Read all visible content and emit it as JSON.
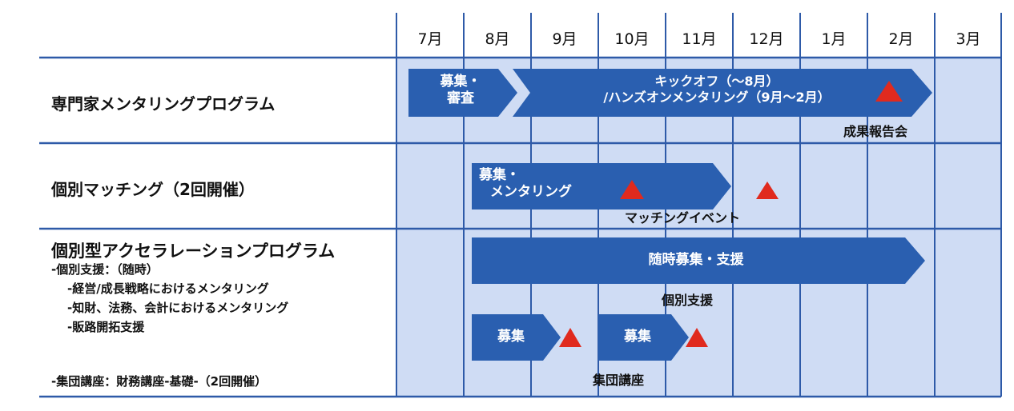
{
  "months": [
    "7月",
    "8月",
    "9月",
    "10月",
    "11月",
    "12月",
    "1月",
    "2月",
    "3月"
  ],
  "rows": {
    "mentoring": {
      "label": "専門家メンタリングプログラム"
    },
    "matching": {
      "label": "個別マッチング（2回開催）"
    },
    "acceleration": {
      "label": "個別型アクセラレーションプログラム",
      "sub1": "-個別支援：（随時）",
      "sub2": "-経営/成長戦略におけるメンタリング",
      "sub3": "-知財、法務、会計におけるメンタリング",
      "sub4": "-販路開拓支援",
      "sub5": "-集団講座：財務講座-基礎-（2回開催）"
    }
  },
  "bars": {
    "mentoring_recruit": {
      "line1": "募集・",
      "line2": "審査"
    },
    "mentoring_kickoff": {
      "line1": "キックオフ（〜8月）",
      "line2": "/ハンズオンメンタリング（9月〜2月）"
    },
    "matching_recruit": {
      "line1": "募集・",
      "line2": "メンタリング"
    },
    "accel_support": {
      "text": "随時募集・支援"
    },
    "seminar_recruit_1": {
      "text": "募集"
    },
    "seminar_recruit_2": {
      "text": "募集"
    }
  },
  "events": {
    "mentoring_report": "成果報告会",
    "matching_event": "マッチングイベント",
    "individual_support": "個別支援",
    "group_seminar": "集団講座"
  },
  "colors": {
    "cell_fill": "#cfdcf4",
    "grid_line": "#2e5aa8",
    "arrow": "#2a5fb0",
    "milestone": "#e02a1e"
  }
}
